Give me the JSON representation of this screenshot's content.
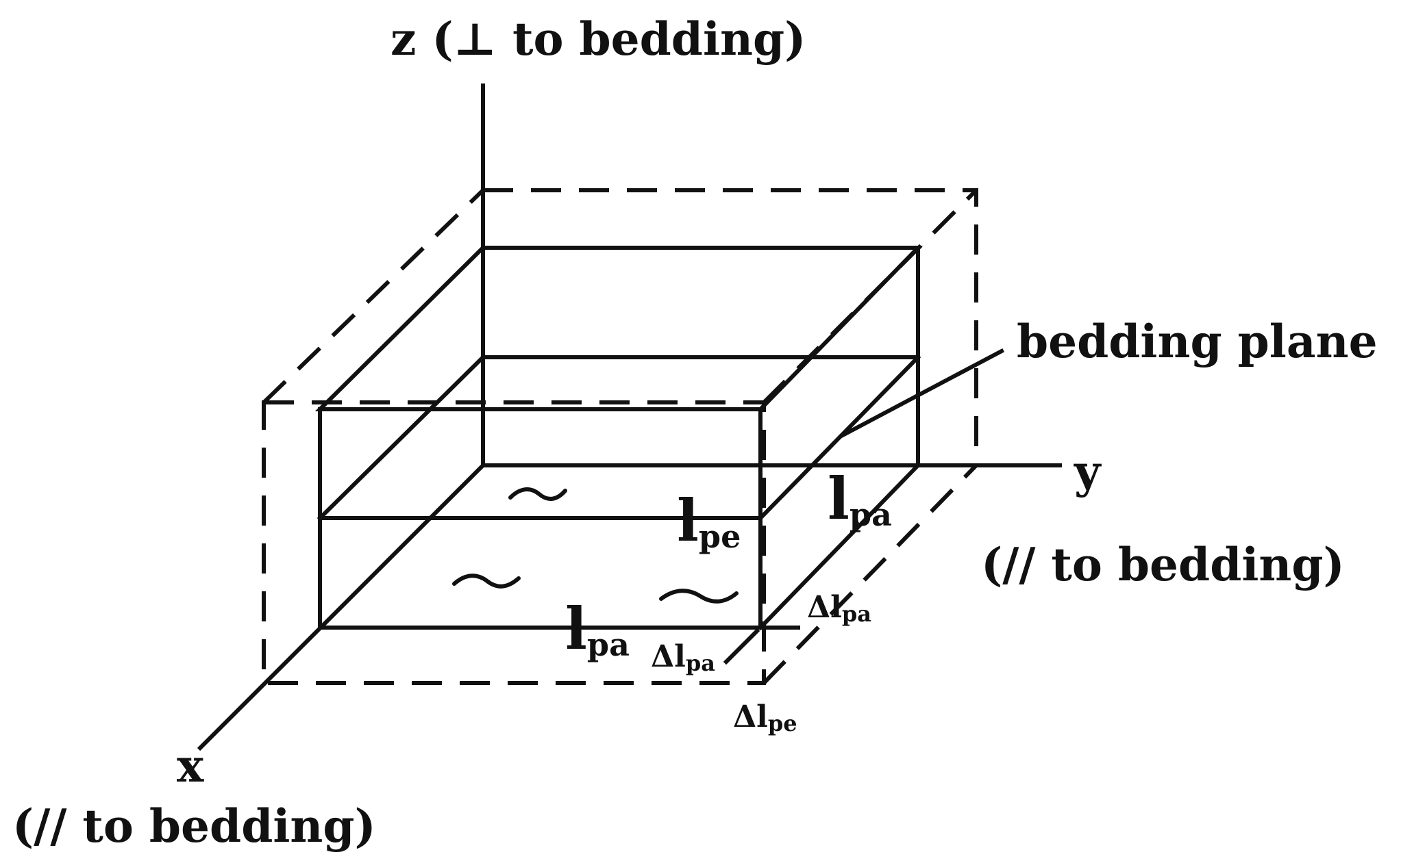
{
  "labels": {
    "z_axis": "z (⊥ to bedding)",
    "y_axis": "y",
    "y_axis_note": "(// to bedding)",
    "x_axis": "x",
    "x_axis_note": "(// to bedding)",
    "bedding_plane": "bedding plane"
  },
  "lengths": {
    "l_pe": {
      "base": "l",
      "sub": "pe"
    },
    "l_pa_front": {
      "base": "l",
      "sub": "pa"
    },
    "l_pa_side": {
      "base": "l",
      "sub": "pa"
    }
  },
  "increments": {
    "dl_pa_front": {
      "base": "Δl",
      "sub": "pa"
    },
    "dl_pa_side": {
      "base": "Δl",
      "sub": "pa"
    },
    "dl_pe": {
      "base": "Δl",
      "sub": "pe"
    }
  }
}
